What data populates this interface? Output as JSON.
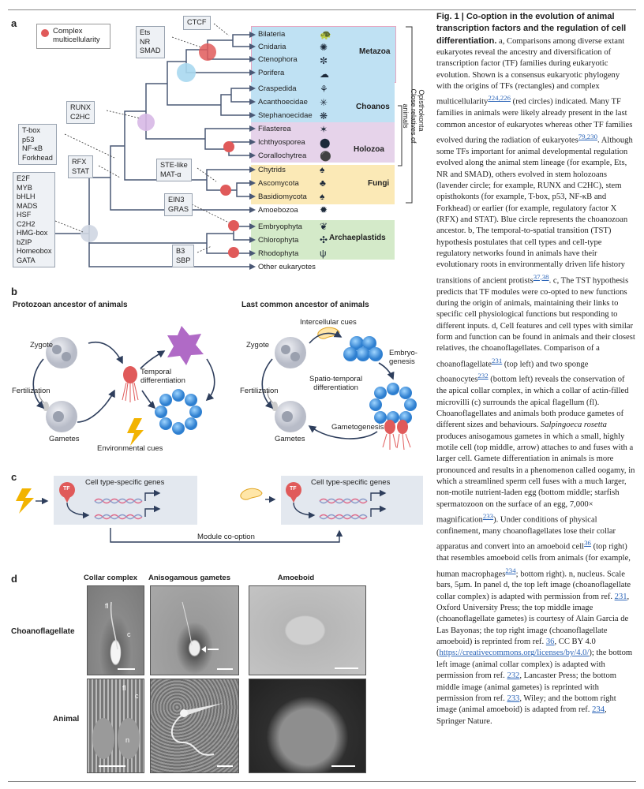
{
  "panels": {
    "a": "a",
    "b": "b",
    "c": "c",
    "d": "d"
  },
  "legend": {
    "label_line1": "Complex",
    "label_line2": "multicellularity",
    "color": "#e05a5a"
  },
  "taxa": [
    "Bilateria",
    "Cnidaria",
    "Ctenophora",
    "Porifera",
    "Craspedida",
    "Acanthoecidae",
    "Stephanoecidae",
    "Filasterea",
    "Ichthyosporea",
    "Corallochytrea",
    "Chytrids",
    "Ascomycota",
    "Basidiomycota",
    "Amoebozoa",
    "Embryophyta",
    "Chlorophyta",
    "Rhodophyta",
    "Other eukaryotes"
  ],
  "groups": {
    "metazoa": "Metazoa",
    "choanos": "Choanos",
    "holozoa": "Holozoa",
    "fungi": "Fungi",
    "archaeplastids": "Archaeplastids",
    "close_relatives": "Close relatives of animals",
    "opisthokonta": "Opisthokonta"
  },
  "tf_boxes": {
    "ctcf": [
      "CTCF"
    ],
    "ets": [
      "Ets",
      "NR",
      "SMAD"
    ],
    "runx": [
      "RUNX",
      "C2HC"
    ],
    "tbox": [
      "T-box",
      "p53",
      "NF-κB",
      "Forkhead"
    ],
    "rfx": [
      "RFX",
      "STAT"
    ],
    "ste": [
      "STE-like",
      "MAT-α"
    ],
    "e2f": [
      "E2F",
      "MYB",
      "bHLH",
      "MADS",
      "HSF",
      "C2H2",
      "HMG-box",
      "bZIP",
      "Homeobox",
      "GATA"
    ],
    "ein3": [
      "EIN3",
      "GRAS"
    ],
    "b3": [
      "B3",
      "SBP"
    ]
  },
  "panel_b": {
    "left_title": "Protozoan ancestor of animals",
    "right_title": "Last common ancestor of animals",
    "zygote": "Zygote",
    "fertilization": "Fertilization",
    "gametes": "Gametes",
    "temporal": "Temporal",
    "differentiation": "differentiation",
    "env_cues": "Environmental cues",
    "intercellular": "Intercellular cues",
    "spatio1": "Spatio-temporal",
    "spatio2": "differentiation",
    "embryo1": "Embryo-",
    "embryo2": "genesis",
    "gametogenesis": "Gametogenesis"
  },
  "panel_c": {
    "tf": "TF",
    "genes_left": "Cell type-specific genes",
    "genes_right": "Cell type-specific genes",
    "module": "Module co-option"
  },
  "panel_d": {
    "col1": "Collar complex",
    "col2": "Anisogamous gametes",
    "col3": "Amoeboid",
    "row1": "Choanoflagellate",
    "row2": "Animal",
    "fl": "fl",
    "c": "c",
    "fl2": "fl",
    "c2": "c",
    "n": "n"
  },
  "caption": {
    "title": "Fig. 1 | Co-option in the evolution of animal transcription factors and the regulation of cell differentiation.",
    "s1": " a, Comparisons among diverse extant eukaryotes reveal the ancestry and diversification of transcription factor (TF) families during eukaryotic evolution. Shown is a consensus eukaryotic phylogeny with the origins of TFs (rectangles) and complex multicellularity",
    "r1": "224,226",
    "s2": " (red circles) indicated. Many TF families in animals were likely already present in the last common ancestor of eukaryotes whereas other TF families evolved during the radiation of eukaryotes",
    "r2": "79,230",
    "s3": ". Although some TFs important for animal developmental regulation evolved along the animal stem lineage (for example, Ets, NR and SMAD), others evolved in stem holozoans (lavender circle; for example, RUNX and C2HC), stem opisthokonts (for example, T-box, p53, NF-κB and Forkhead) or earlier (for example, regulatory factor X (RFX) and STAT). Blue circle represents the choanozoan ancestor. ",
    "s4": "b, The temporal-to-spatial transition (TST) hypothesis postulates that cell types and cell-type regulatory networks found in animals have their evolutionary roots in environmentally driven life history transitions of ancient protists",
    "r3": "37,38",
    "s5": ". c, The TST hypothesis predicts that TF modules were co-opted to new functions during the origin of animals, maintaining their links to specific cell physiological functions but responding to different inputs. d, Cell features and cell types with similar form and function can be found in animals and their closest relatives, the choanoflagellates. Comparison of a choanoflagellate",
    "r4": "231",
    "s6": " (top left) and two sponge choanocytes",
    "r5": "232",
    "s7": " (bottom left) reveals the conservation of the apical collar complex, in which a collar of actin-filled microvilli (c) surrounds the apical flagellum (fl). Choanoflagellates and animals both produce gametes of different sizes and behaviours. ",
    "s8": "Salpingoeca rosetta",
    "s9": " produces anisogamous gametes in which a small, highly motile cell (top middle, arrow) attaches to and fuses with a larger cell. Gamete differentiation in animals is more pronounced and results in a phenomenon called oogamy, in which a streamlined sperm cell fuses with a much larger, non-motile nutrient-laden egg (bottom middle; starfish spermatozoon on the surface of an egg, 7,000× magnification",
    "r6": "233",
    "s10": "). Under conditions of physical confinement, many choanoflagellates lose their collar apparatus and convert into an amoeboid cell",
    "r7": "36",
    "s11": " (top right) that resembles amoeboid cells from animals (for example, human macrophages",
    "r8": "234",
    "s12": "; bottom right). n, nucleus. Scale bars, 5µm. In panel d, the top left image (choanoflagellate collar complex) is adapted with permission from ref. ",
    "l1": "231",
    "s13": ", Oxford University Press; the top middle image (choanoflagellate gametes) is courtesy of Alain Garcia de Las Bayonas; the top right image (choanoflagellate amoeboid) is reprinted from ref. ",
    "l2": "36",
    "s14": ", CC BY 4.0 (",
    "l3": "https://creativecommons.org/licenses/by/4.0/",
    "s15": "); the bottom left image (animal collar complex) is adapted with permission from ref. ",
    "l4": "232",
    "s16": ", Lancaster Press; the bottom middle image (animal gametes) is reprinted with permission from ref. ",
    "l5": "233",
    "s17": ", Wiley; and the bottom right image (animal amoeboid) is adapted from ref. ",
    "l6": "234",
    "s18": ", Springer Nature."
  },
  "colors": {
    "metazoa": "#bfe1f3",
    "choanos": "#bfe1f3",
    "holozoa": "#e6d3ea",
    "fungi": "#fbe9b6",
    "archaeplastids": "#d4eac9",
    "tree": "#4a5875",
    "red": "#e05a5a",
    "blue": "#a9d8f0",
    "lavender": "#d7b8e6",
    "grey": "#cfd6e2"
  }
}
